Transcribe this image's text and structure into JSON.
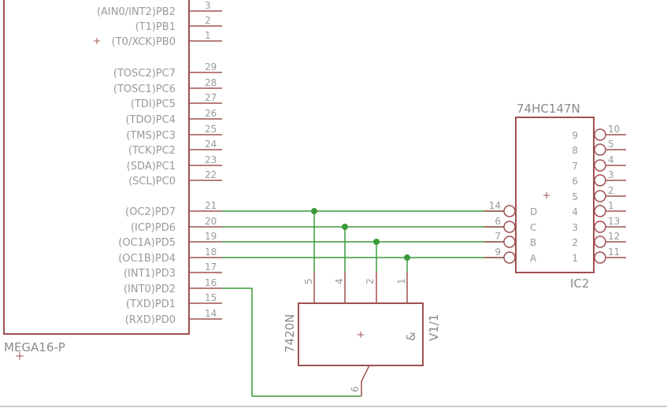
{
  "mega16": {
    "name": "MEGA16-P",
    "pins": [
      {
        "label": "(AIN0/INT2)PB2",
        "num": "3"
      },
      {
        "label": "(T1)PB1",
        "num": "2"
      },
      {
        "label": "(T0/XCK)PB0",
        "num": "1"
      },
      {
        "label": "(TOSC2)PC7",
        "num": "29"
      },
      {
        "label": "(TOSC1)PC6",
        "num": "28"
      },
      {
        "label": "(TDI)PC5",
        "num": "27"
      },
      {
        "label": "(TDO)PC4",
        "num": "26"
      },
      {
        "label": "(TMS)PC3",
        "num": "25"
      },
      {
        "label": "(TCK)PC2",
        "num": "24"
      },
      {
        "label": "(SDA)PC1",
        "num": "23"
      },
      {
        "label": "(SCL)PC0",
        "num": "22"
      },
      {
        "label": "(OC2)PD7",
        "num": "21"
      },
      {
        "label": "(ICP)PD6",
        "num": "20"
      },
      {
        "label": "(OC1A)PD5",
        "num": "19"
      },
      {
        "label": "(OC1B)PD4",
        "num": "18"
      },
      {
        "label": "(INT1)PD3",
        "num": "17"
      },
      {
        "label": "(INT0)PD2",
        "num": "16"
      },
      {
        "label": "(TXD)PD1",
        "num": "15"
      },
      {
        "label": "(RXD)PD0",
        "num": "14"
      }
    ]
  },
  "ic2": {
    "type": "74HC147N",
    "name": "IC2",
    "left_pins": [
      {
        "label": "D",
        "num": "14"
      },
      {
        "label": "C",
        "num": "6"
      },
      {
        "label": "B",
        "num": "7"
      },
      {
        "label": "A",
        "num": "9"
      }
    ],
    "right_pins": [
      {
        "label": "9",
        "num": "10"
      },
      {
        "label": "8",
        "num": "5"
      },
      {
        "label": "7",
        "num": "4"
      },
      {
        "label": "6",
        "num": "3"
      },
      {
        "label": "5",
        "num": "2"
      },
      {
        "label": "4",
        "num": "1"
      },
      {
        "label": "3",
        "num": "13"
      },
      {
        "label": "2",
        "num": "12"
      },
      {
        "label": "1",
        "num": "11"
      }
    ]
  },
  "gate": {
    "type": "7420N",
    "name": "V1/1",
    "symbol": "&",
    "input_pins": [
      "5",
      "4",
      "2",
      "1"
    ],
    "output_pin": "6"
  }
}
